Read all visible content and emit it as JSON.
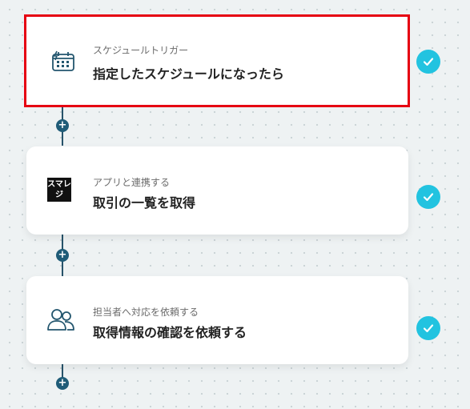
{
  "colors": {
    "accent": "#22c3e0",
    "connector": "#27536a",
    "selection_border": "#e60012",
    "card_background": "#ffffff"
  },
  "steps": [
    {
      "subtitle": "スケジュールトリガー",
      "title": "指定したスケジュールになったら",
      "icon": "calendar-schedule-icon",
      "selected": true,
      "status": "completed"
    },
    {
      "subtitle": "アプリと連携する",
      "title": "取引の一覧を取得",
      "icon": "smaregi-logo",
      "logo_text": "スマレジ",
      "selected": false,
      "status": "completed"
    },
    {
      "subtitle": "担当者へ対応を依頼する",
      "title": "取得情報の確認を依頼する",
      "icon": "users-icon",
      "selected": false,
      "status": "completed"
    }
  ],
  "add_step_label": "+"
}
